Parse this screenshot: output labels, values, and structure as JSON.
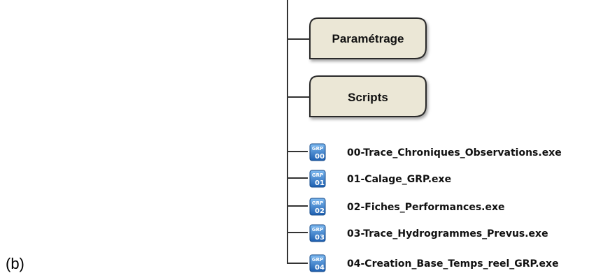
{
  "panel_label": "(b)",
  "folders": [
    {
      "label": "Paramétrage"
    },
    {
      "label": "Scripts"
    }
  ],
  "files": [
    {
      "name": "00-Trace_Chroniques_Observations.exe",
      "icon": "grp-exe-icon",
      "badge_top": "GRP",
      "badge_bottom": "00"
    },
    {
      "name": "01-Calage_GRP.exe",
      "icon": "grp-exe-icon",
      "badge_top": "GRP",
      "badge_bottom": "01"
    },
    {
      "name": "02-Fiches_Performances.exe",
      "icon": "grp-exe-icon",
      "badge_top": "GRP",
      "badge_bottom": "02"
    },
    {
      "name": "03-Trace_Hydrogrammes_Prevus.exe",
      "icon": "grp-exe-icon",
      "badge_top": "GRP",
      "badge_bottom": "03"
    },
    {
      "name": "04-Creation_Base_Temps_reel_GRP.exe",
      "icon": "grp-exe-icon",
      "badge_top": "GRP",
      "badge_bottom": "04"
    }
  ],
  "colors": {
    "folder_fill": "#ebe7d6",
    "folder_stroke": "#2b2b2b",
    "connector": "#333333",
    "icon_blue_dark": "#1d5fb0",
    "icon_blue_light": "#5aa0e6"
  }
}
